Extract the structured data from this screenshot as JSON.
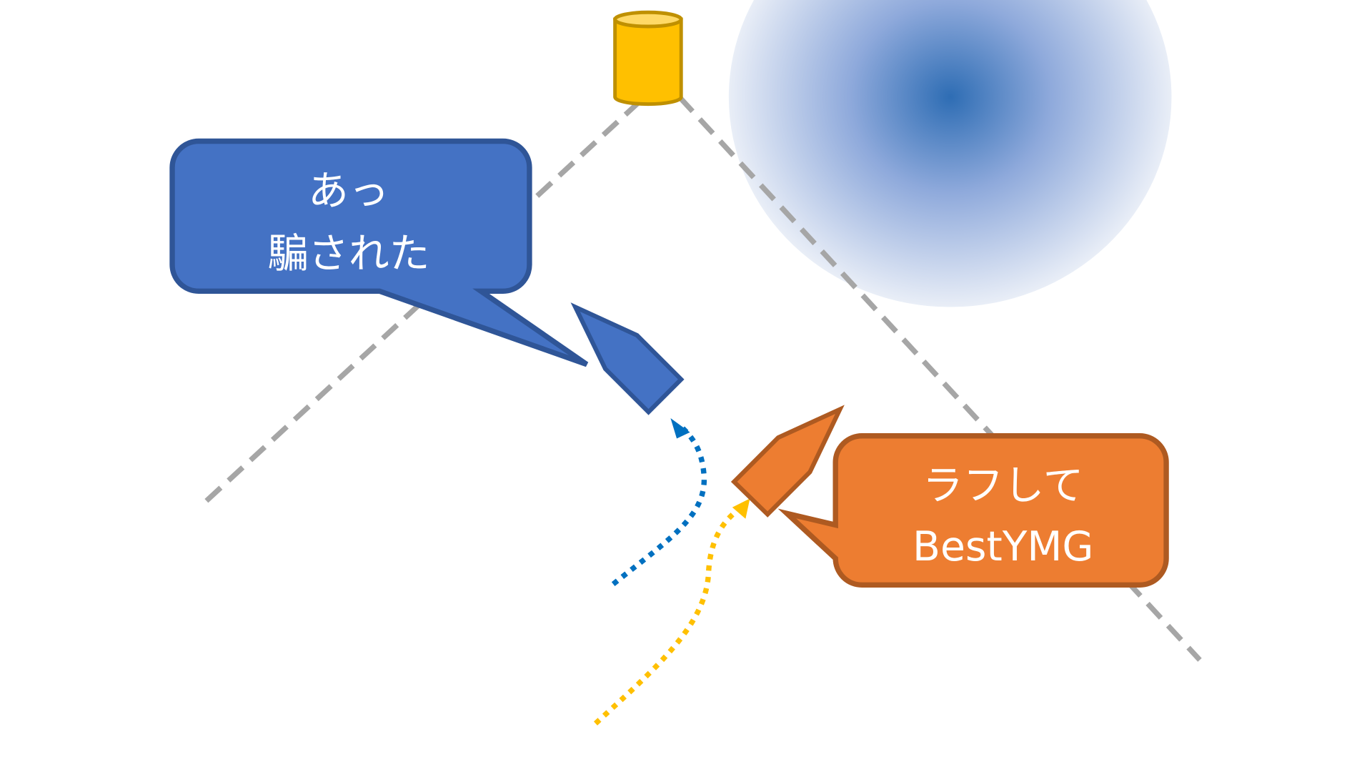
{
  "blue_callout": {
    "line1": "あっ",
    "line2": "騙された"
  },
  "orange_callout": {
    "line1": "ラフして",
    "line2": "BestYMG"
  },
  "colors": {
    "blue_fill": "#4472C4",
    "blue_stroke": "#2F5597",
    "orange_fill": "#ED7D31",
    "orange_stroke": "#AE5A21",
    "mark_fill": "#FFC000",
    "mark_stroke": "#BF9000",
    "laylines": "#A6A6A6",
    "blue_track": "#0070C0",
    "yellow_track": "#FFC000",
    "wind_center": "#2E6DB4"
  }
}
